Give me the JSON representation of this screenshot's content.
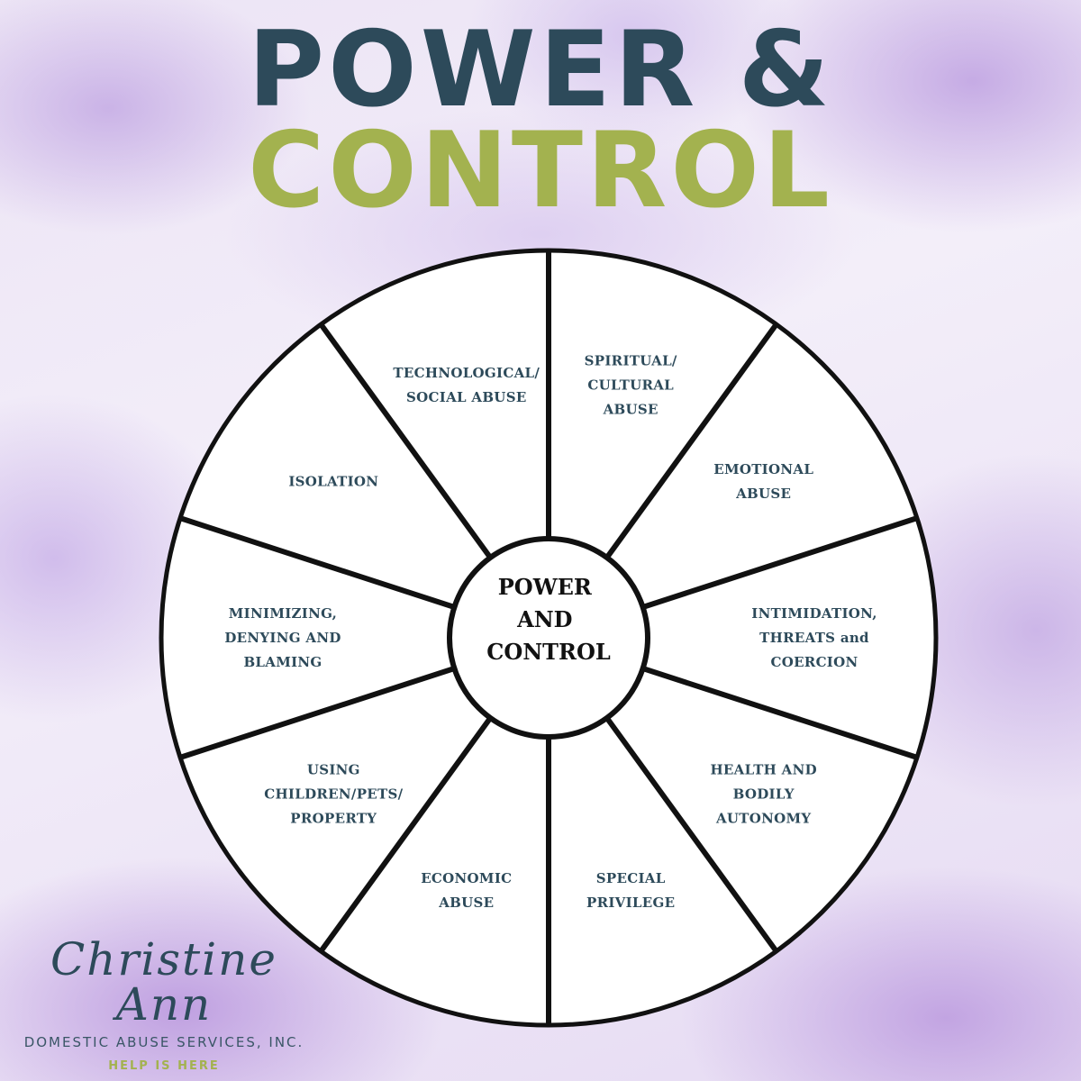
{
  "header": {
    "line1": "POWER &",
    "line2": "CONTROL"
  },
  "wheel": {
    "center_lines": [
      "POWER",
      "AND",
      "CONTROL"
    ],
    "segments": [
      {
        "id": "spiritual-cultural",
        "lines": [
          "SPIRITUAL/",
          "CULTURAL",
          "ABUSE"
        ]
      },
      {
        "id": "emotional",
        "lines": [
          "EMOTIONAL",
          "ABUSE"
        ]
      },
      {
        "id": "intimidation",
        "lines": [
          "INTIMIDATION,",
          "THREATS and",
          "COERCION"
        ]
      },
      {
        "id": "health-bodily",
        "lines": [
          "HEALTH AND",
          "BODILY",
          "AUTONOMY"
        ]
      },
      {
        "id": "special-privilege",
        "lines": [
          "SPECIAL",
          "PRIVILEGE"
        ]
      },
      {
        "id": "economic",
        "lines": [
          "ECONOMIC",
          "ABUSE"
        ]
      },
      {
        "id": "using-children",
        "lines": [
          "USING",
          "CHILDREN/PETS/",
          "PROPERTY"
        ]
      },
      {
        "id": "minimizing",
        "lines": [
          "MINIMIZING,",
          "DENYING AND",
          "BLAMING"
        ]
      },
      {
        "id": "isolation",
        "lines": [
          "ISOLATION"
        ]
      },
      {
        "id": "technological",
        "lines": [
          "TECHNOLOGICAL/",
          "SOCIAL ABUSE"
        ]
      }
    ]
  },
  "logo": {
    "script": "Christine Ann",
    "subtitle": "DOMESTIC ABUSE SERVICES, INC.",
    "tagline": "HELP IS HERE"
  },
  "colors": {
    "title_dark": "#2d4a5a",
    "title_green": "#a3b24f",
    "label_text": "#2d4a5a",
    "wheel_stroke": "#111111",
    "wheel_fill": "#ffffff"
  }
}
